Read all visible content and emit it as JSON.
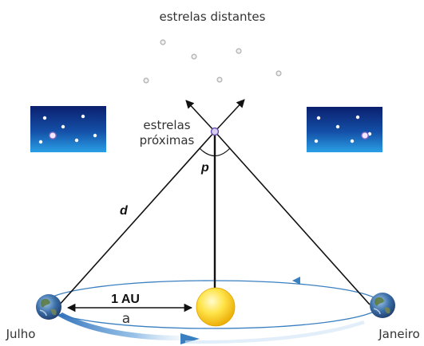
{
  "labels": {
    "distant_stars": "estrelas distantes",
    "nearby_stars_line1": "estrelas",
    "nearby_stars_line2": "próximas",
    "parallax_angle": "p",
    "distance": "d",
    "au_label": "1 AU",
    "au_sub": "a",
    "july": "Julho",
    "january": "Janeiro"
  },
  "colors": {
    "orbit": "#3a7fc0",
    "sun": "#f5c800",
    "sky_top": "#0b1f6e",
    "sky_bottom": "#1e8fd8",
    "line": "#111111",
    "distant_star": "#c4c4c4"
  },
  "icons": {
    "earth_july": "earth-icon",
    "earth_january": "earth-icon",
    "sun": "sun-icon",
    "nearby_star": "star-icon"
  }
}
